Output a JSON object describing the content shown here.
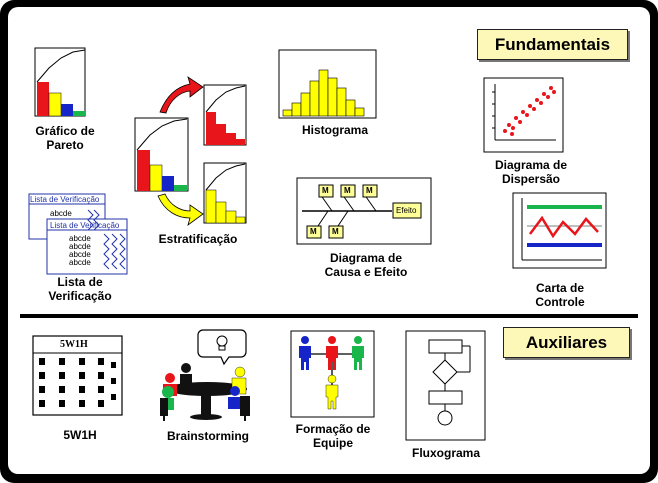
{
  "sections": {
    "fundamentais": "Fundamentais",
    "auxiliares": "Auxiliares"
  },
  "tools": {
    "pareto": [
      "Gráfico de",
      "Pareto"
    ],
    "estratificacao": "Estratificação",
    "histograma": "Histograma",
    "dispersao": [
      "Diagrama de",
      "Dispersão"
    ],
    "verificacao": [
      "Lista de",
      "Verificação"
    ],
    "causa_efeito": [
      "Diagrama de",
      "Causa e Efeito"
    ],
    "controle": [
      "Carta de",
      "Controle"
    ],
    "w5h1": "5W1H",
    "brainstorming": "Brainstorming",
    "equipe": [
      "Formação de",
      "Equipe"
    ],
    "fluxograma": "Fluxograma"
  },
  "icons": {
    "checklist_title": "Lista de Verificação",
    "checklist_row": "abcde",
    "fishbone_box": "M",
    "fishbone_effect": "Efeito",
    "w5h1_title": "5W1H"
  },
  "colors": {
    "red": "#e8151b",
    "yellow": "#ffff00",
    "blue": "#1525c8",
    "green": "#19b64b",
    "badge": "#fdf7b8"
  }
}
